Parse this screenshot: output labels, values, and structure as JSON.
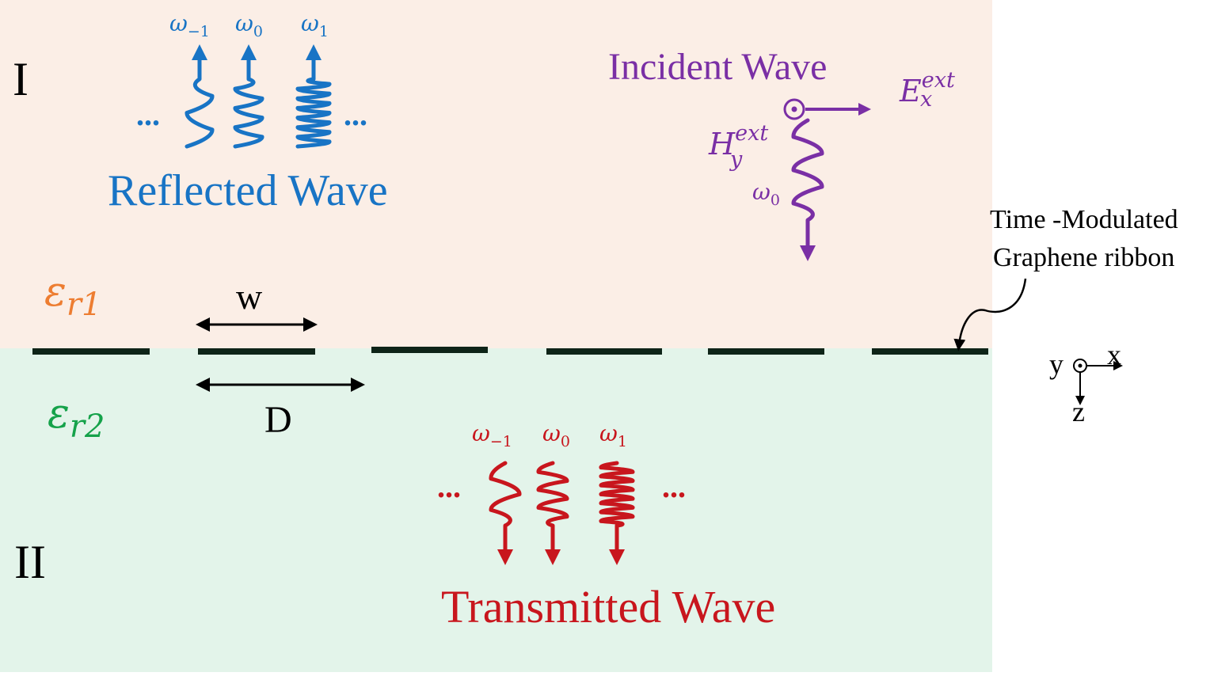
{
  "colors": {
    "region1_bg": "#FBEEE6",
    "region2_bg": "#E3F4EA",
    "reflected": "#1874C5",
    "incident": "#7A2FA5",
    "transmitted": "#C8161D",
    "eps1": "#ED7D31",
    "eps2": "#15A24A",
    "ribbon": "#0E2418",
    "black": "#000000"
  },
  "regions": {
    "upper_label": "I",
    "lower_label": "II"
  },
  "reflected": {
    "title": "Reflected Wave",
    "freq_labels": [
      {
        "base": "ω",
        "sub": "−1"
      },
      {
        "base": "ω",
        "sub": "0"
      },
      {
        "base": "ω",
        "sub": "1"
      }
    ],
    "ellipsis_left": "...",
    "ellipsis_right": "..."
  },
  "incident": {
    "title": "Incident Wave",
    "e_field": {
      "base": "E",
      "sub": "x",
      "sup": "ext"
    },
    "h_field": {
      "base": "H",
      "sub": "y",
      "sup": "ext"
    },
    "freq": {
      "base": "ω",
      "sub": "0"
    }
  },
  "transmitted": {
    "title": "Transmitted Wave",
    "freq_labels": [
      {
        "base": "ω",
        "sub": "−1"
      },
      {
        "base": "ω",
        "sub": "0"
      },
      {
        "base": "ω",
        "sub": "1"
      }
    ],
    "ellipsis_left": "...",
    "ellipsis_right": "..."
  },
  "permittivity": {
    "upper": {
      "base": "ε",
      "sub": "r1"
    },
    "lower": {
      "base": "ε",
      "sub": "r2"
    }
  },
  "dimensions": {
    "width_label": "w",
    "period_label": "D"
  },
  "ribbon_callout": {
    "line1": "Time -Modulated",
    "line2": "Graphene ribbon"
  },
  "axes": {
    "x": "x",
    "y": "y",
    "z": "z"
  }
}
